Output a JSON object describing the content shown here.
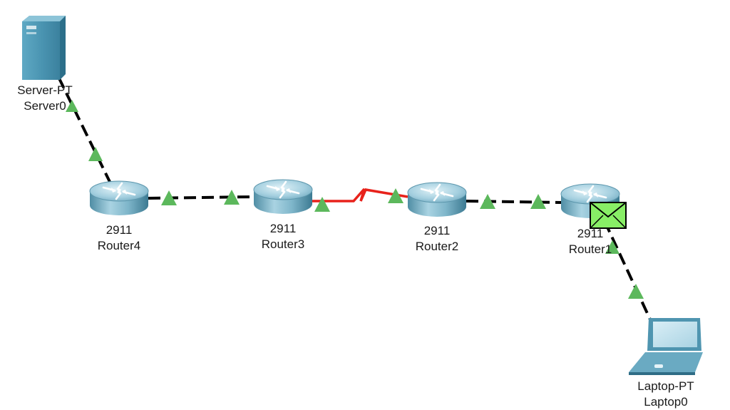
{
  "devices": {
    "server0": {
      "model": "Server-PT",
      "name": "Server0",
      "icon": "server-icon"
    },
    "router4": {
      "model": "2911",
      "name": "Router4",
      "icon": "router-icon"
    },
    "router3": {
      "model": "2911",
      "name": "Router3",
      "icon": "router-icon"
    },
    "router2": {
      "model": "2911",
      "name": "Router2",
      "icon": "router-icon"
    },
    "router1": {
      "model": "2911",
      "name": "Router1",
      "icon": "router-icon"
    },
    "laptop0": {
      "model": "Laptop-PT",
      "name": "Laptop0",
      "icon": "laptop-icon"
    }
  },
  "links": [
    {
      "from": "Server0",
      "to": "Router4",
      "type": "copper-cross-over",
      "status": "up"
    },
    {
      "from": "Router4",
      "to": "Router3",
      "type": "copper-cross-over",
      "status": "up"
    },
    {
      "from": "Router3",
      "to": "Router2",
      "type": "serial-dce",
      "status": "up"
    },
    {
      "from": "Router2",
      "to": "Router1",
      "type": "copper-cross-over",
      "status": "up"
    },
    {
      "from": "Router1",
      "to": "Laptop0",
      "type": "copper-cross-over",
      "status": "up"
    }
  ],
  "pdu": {
    "icon": "envelope-icon",
    "location": "Router1"
  },
  "colors": {
    "link_status_up": "#5cb85c",
    "serial_link": "#e8221b",
    "ethernet_link": "#000000",
    "pdu_envelope": "#88ee66"
  }
}
